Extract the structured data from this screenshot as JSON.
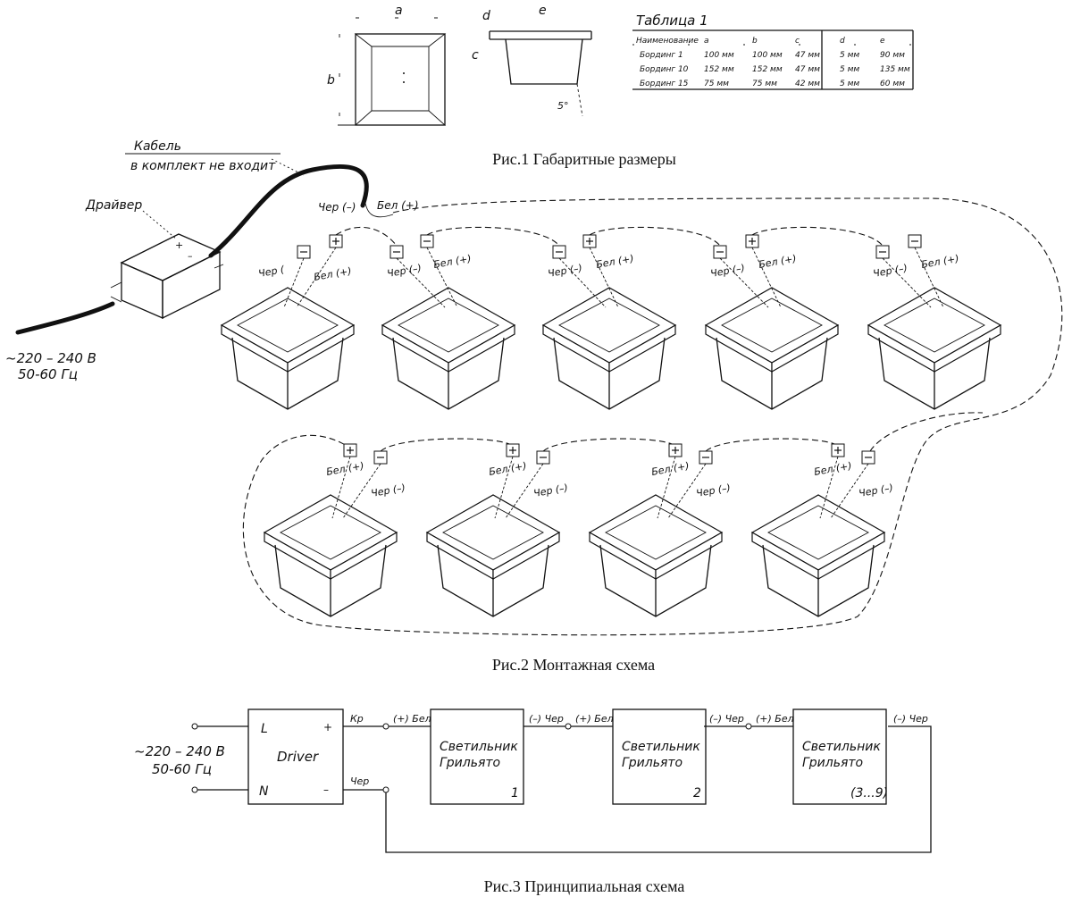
{
  "fig1": {
    "caption": "Рис.1 Габаритные размеры",
    "dims": {
      "a": "a",
      "b": "b",
      "c": "c",
      "d": "d",
      "e": "e",
      "angle": "5°"
    },
    "table": {
      "title": "Таблица 1",
      "headers": [
        "Наименование",
        "a",
        "b",
        "c",
        "d",
        "e"
      ],
      "rows": [
        [
          "Бординг 1",
          "100 мм",
          "100 мм",
          "47 мм",
          "5 мм",
          "90 мм"
        ],
        [
          "Бординг 10",
          "152 мм",
          "152 мм",
          "47 мм",
          "5 мм",
          "135 мм"
        ],
        [
          "Бординг 15",
          "75 мм",
          "75 мм",
          "42 мм",
          "5 мм",
          "60 мм"
        ]
      ]
    }
  },
  "fig2": {
    "caption": "Рис.2 Монтажная схема",
    "cable_label_1": "Кабель",
    "cable_label_2": "в комплект не входит",
    "driver_label": "Драйвер",
    "supply_1": "~220 – 240 В",
    "supply_2": "50-60 Гц",
    "wire_black_top": "Чер (–)",
    "wire_white_top": "Бел (+)",
    "black_short": "Чер (",
    "black": "Чер (–)",
    "white": "Бел (+)",
    "plus": "+",
    "minus": "–"
  },
  "fig3": {
    "caption": "Рис.3 Принципиальная схема",
    "supply_1": "~220 – 240 В",
    "supply_2": "50-60 Гц",
    "driver": "Driver",
    "L": "L",
    "N": "N",
    "plus": "+",
    "minus": "–",
    "out_plus": "Кр",
    "out_minus": "Чер",
    "white": "(+) Бел",
    "black": "(–) Чер",
    "lamp_line1": "Светильник",
    "lamp_line2": "Грильято",
    "lamp_nums": [
      "1",
      "2",
      "(3...9)"
    ]
  }
}
